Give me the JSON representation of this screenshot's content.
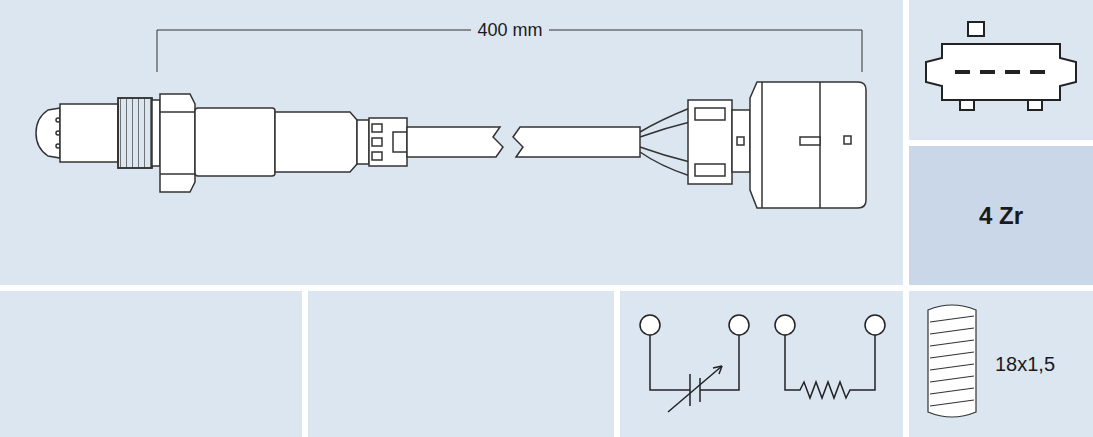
{
  "diagram": {
    "nodes": [
      {
        "text": [
          "4 Zr"
        ]
      },
      {
        "text": [
          "18x1,5"
        ]
      }
    ],
    "labels": [
      "400 mm"
    ]
  }
}
